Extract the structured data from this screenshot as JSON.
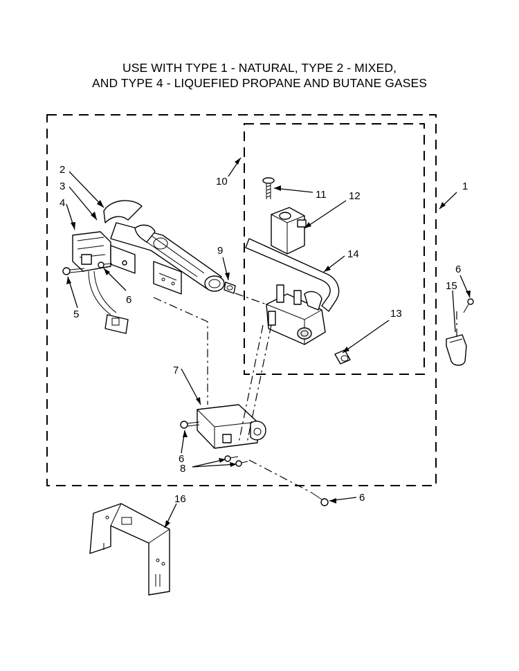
{
  "title": {
    "line1": "USE WITH TYPE 1 - NATURAL, TYPE 2 - MIXED,",
    "line2": "AND TYPE 4 - LIQUEFIED PROPANE AND BUTANE GASES"
  },
  "callouts": {
    "c1": "1",
    "c2": "2",
    "c3": "3",
    "c4": "4",
    "c5": "5",
    "c6a": "6",
    "c6b": "6",
    "c6c": "6",
    "c6d": "6",
    "c7": "7",
    "c8": "8",
    "c9": "9",
    "c10": "10",
    "c11": "11",
    "c12": "12",
    "c13": "13",
    "c14": "14",
    "c15": "15",
    "c16": "16"
  }
}
